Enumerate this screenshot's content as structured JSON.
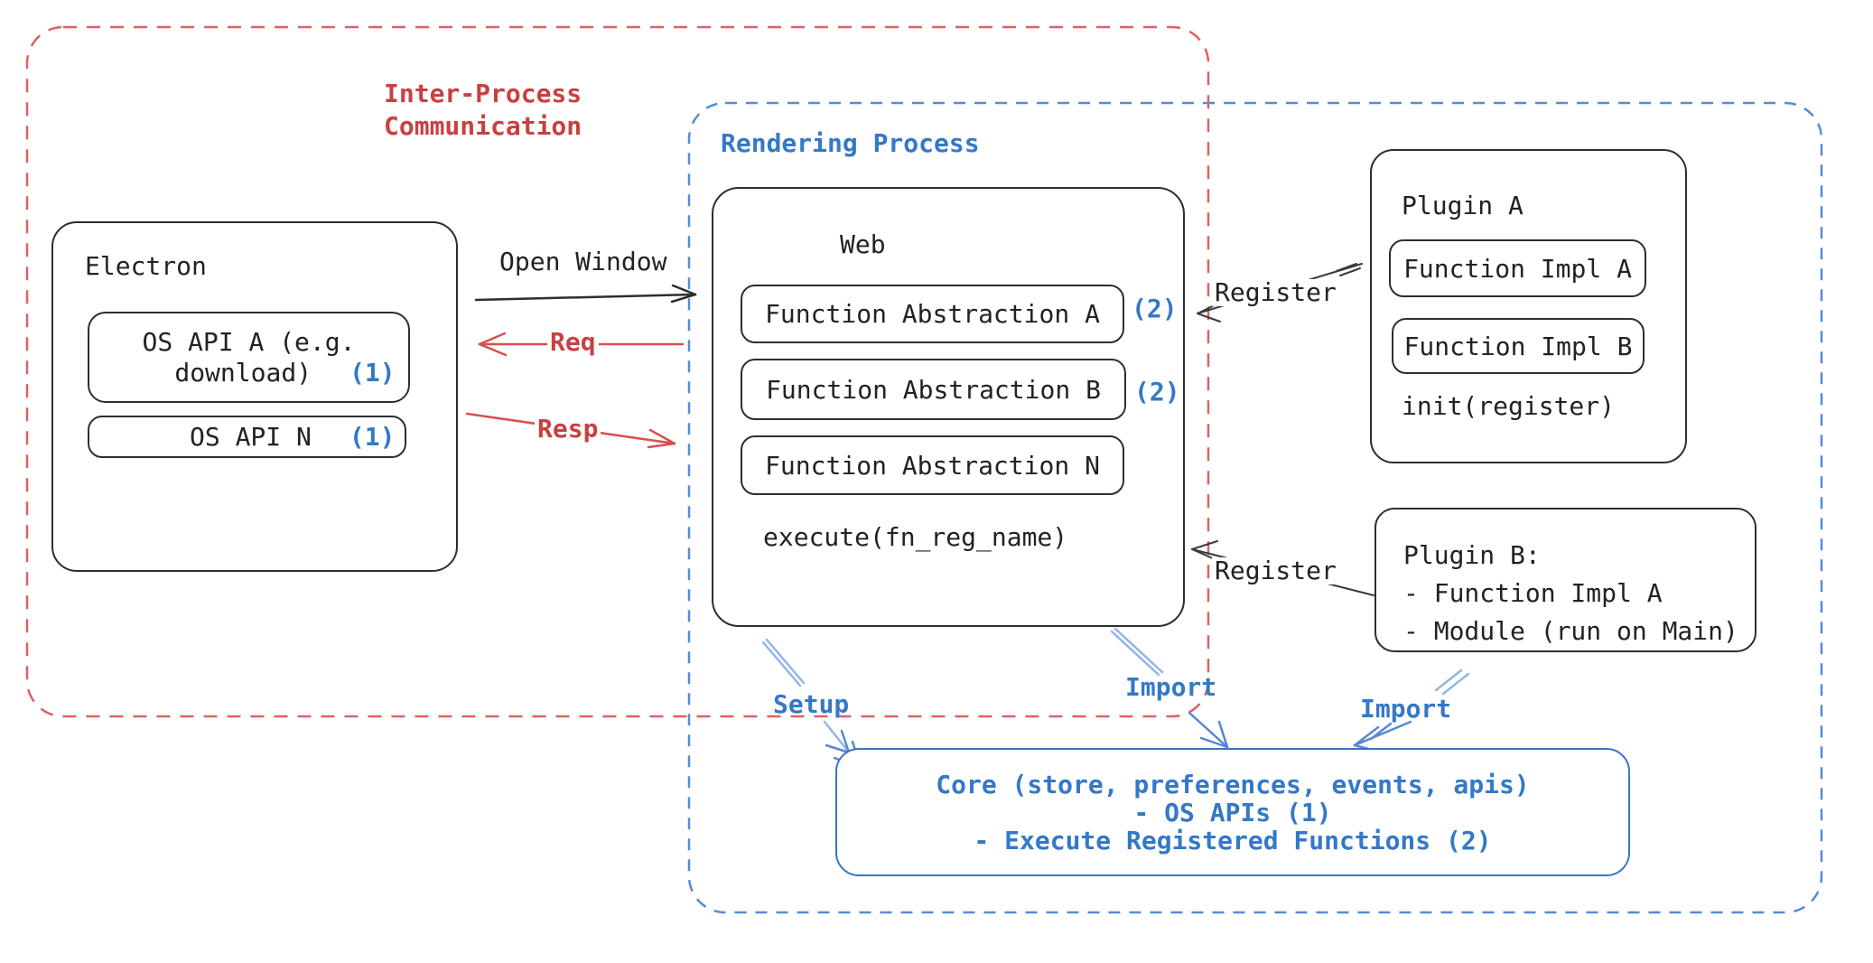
{
  "colors": {
    "ipc_border": "#e06060",
    "ipc_text": "#c94040",
    "rendering_border": "#548cd8",
    "blue_text": "#3478c8",
    "blue_arrow_shaft": "#93b4e8",
    "blue_arrow_head": "#5588d4",
    "red_arrow": "#d84f4f",
    "black_stroke": "#2e2e2e"
  },
  "ipc_region": {
    "label_line1": "Inter-Process",
    "label_line2": "Communication"
  },
  "rendering_region": {
    "label": "Rendering Process"
  },
  "electron": {
    "title": "Electron",
    "api_a_line1": "OS API A (e.g.",
    "api_a_line2": "download)",
    "api_a_badge": "(1)",
    "api_n_label": "OS API N",
    "api_n_badge": "(1)"
  },
  "arrows": {
    "open_window": "Open Window",
    "req": "Req",
    "resp": "Resp",
    "register_top": "Register",
    "register_bottom": "Register",
    "setup": "Setup",
    "import_web": "Import",
    "import_plugin": "Import"
  },
  "web": {
    "title": "Web",
    "fa_a": "Function Abstraction A",
    "fa_a_badge": "(2)",
    "fa_b": "Function Abstraction B",
    "fa_b_badge": "(2)",
    "fa_n": "Function Abstraction N",
    "execute": "execute(fn_reg_name)"
  },
  "plugin_a": {
    "title": "Plugin A",
    "impl_a": "Function Impl A",
    "impl_b": "Function Impl B",
    "init": "init(register)"
  },
  "plugin_b": {
    "line1": "Plugin B:",
    "line2": "- Function Impl A",
    "line3": "- Module (run on Main)"
  },
  "core": {
    "line1": "Core (store, preferences, events, apis)",
    "line2": "- OS APIs (1)",
    "line3": "- Execute Registered Functions (2)"
  }
}
